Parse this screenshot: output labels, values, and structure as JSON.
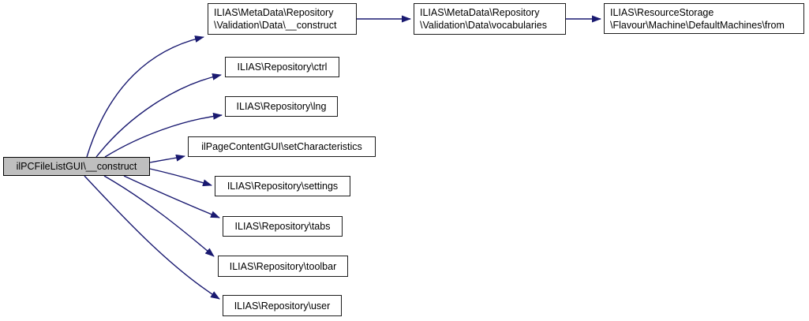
{
  "diagram": {
    "type": "call-graph",
    "background_color": "#ffffff",
    "edge_color": "#191970",
    "node_fill_color": "#ffffff",
    "node_border_color": "#1c1c1c",
    "highlight_node_fill_color": "#bfbfbf",
    "text_color": "#000000"
  },
  "nodes": {
    "main": {
      "label": "ilPCFileListGUI\\__construct"
    },
    "md_construct": {
      "label": "ILIAS\\MetaData\\Repository\n\\Validation\\Data\\__construct"
    },
    "ctrl": {
      "label": "ILIAS\\Repository\\ctrl"
    },
    "lng": {
      "label": "ILIAS\\Repository\\lng"
    },
    "set_characteristics": {
      "label": "ilPageContentGUI\\setCharacteristics"
    },
    "settings": {
      "label": "ILIAS\\Repository\\settings"
    },
    "tabs": {
      "label": "ILIAS\\Repository\\tabs"
    },
    "toolbar": {
      "label": "ILIAS\\Repository\\toolbar"
    },
    "user": {
      "label": "ILIAS\\Repository\\user"
    },
    "vocabularies": {
      "label": "ILIAS\\MetaData\\Repository\n\\Validation\\Data\\vocabularies"
    },
    "from": {
      "label": "ILIAS\\ResourceStorage\n\\Flavour\\Machine\\DefaultMachines\\from"
    }
  },
  "edges": [
    {
      "from": "ilPCFileListGUI\\__construct",
      "to": "ILIAS\\MetaData\\Repository\\Validation\\Data\\__construct"
    },
    {
      "from": "ilPCFileListGUI\\__construct",
      "to": "ILIAS\\Repository\\ctrl"
    },
    {
      "from": "ilPCFileListGUI\\__construct",
      "to": "ILIAS\\Repository\\lng"
    },
    {
      "from": "ilPCFileListGUI\\__construct",
      "to": "ilPageContentGUI\\setCharacteristics"
    },
    {
      "from": "ilPCFileListGUI\\__construct",
      "to": "ILIAS\\Repository\\settings"
    },
    {
      "from": "ilPCFileListGUI\\__construct",
      "to": "ILIAS\\Repository\\tabs"
    },
    {
      "from": "ilPCFileListGUI\\__construct",
      "to": "ILIAS\\Repository\\toolbar"
    },
    {
      "from": "ilPCFileListGUI\\__construct",
      "to": "ILIAS\\Repository\\user"
    },
    {
      "from": "ILIAS\\MetaData\\Repository\\Validation\\Data\\__construct",
      "to": "ILIAS\\MetaData\\Repository\\Validation\\Data\\vocabularies"
    },
    {
      "from": "ILIAS\\MetaData\\Repository\\Validation\\Data\\vocabularies",
      "to": "ILIAS\\ResourceStorage\\Flavour\\Machine\\DefaultMachines\\from"
    }
  ]
}
